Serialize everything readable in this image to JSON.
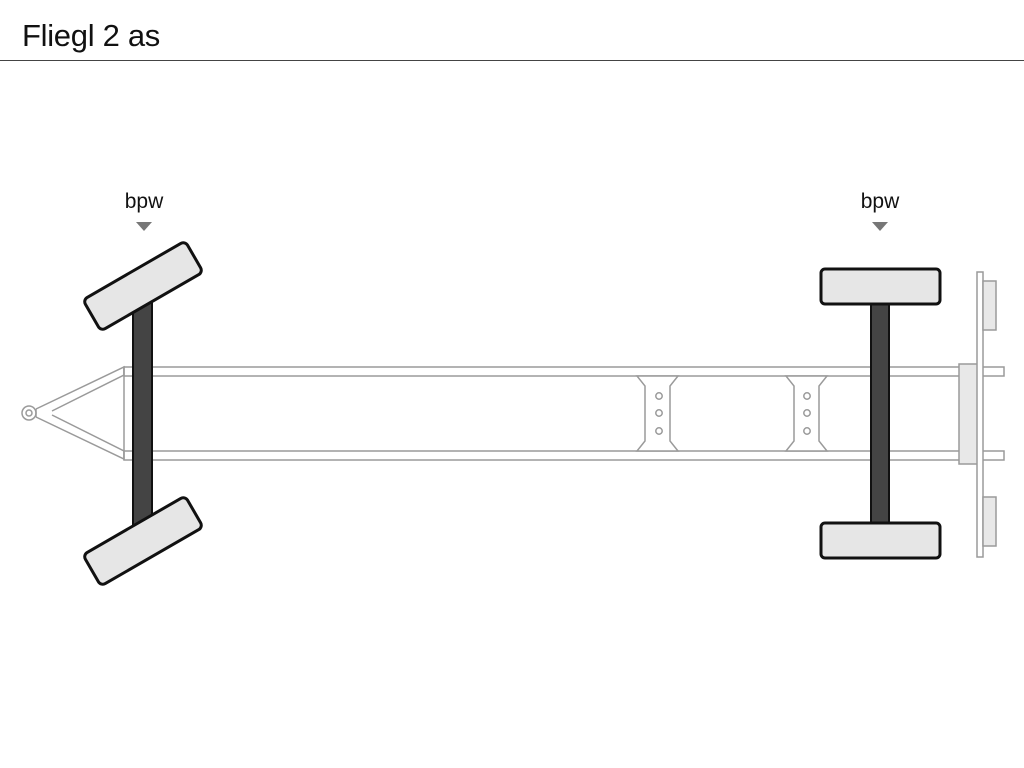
{
  "header": {
    "title": "Fliegl 2 as"
  },
  "diagram": {
    "axles": [
      {
        "brand": "bpw",
        "steering": true
      },
      {
        "brand": "bpw",
        "steering": false
      }
    ],
    "colors": {
      "tire_fill": "#e6e6e6",
      "tire_stroke": "#111111",
      "axle_fill": "#444444",
      "frame_stroke": "#9a9a9a",
      "marker": "#777777"
    }
  }
}
